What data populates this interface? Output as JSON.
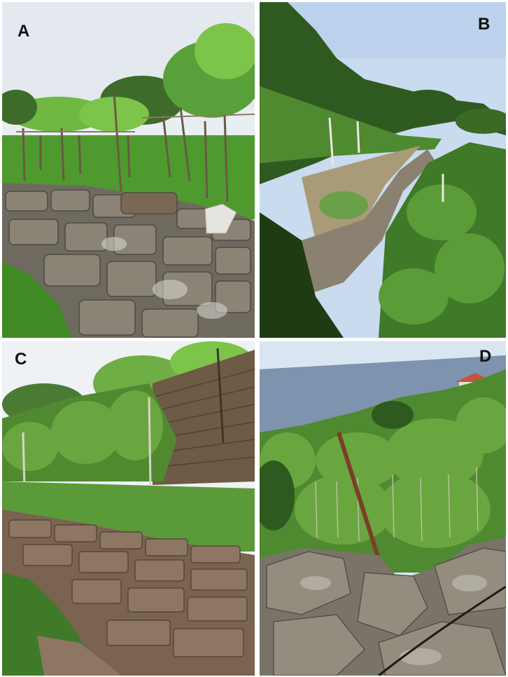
{
  "figure": {
    "panels": [
      {
        "label": "A",
        "subject": "dry-stone-wall-vineyard-pergola"
      },
      {
        "label": "B",
        "subject": "terraced-vineyard-hillside"
      },
      {
        "label": "C",
        "subject": "stone-terrace-walls-vines"
      },
      {
        "label": "D",
        "subject": "coastal-terrace-garden-stone-wall"
      }
    ]
  },
  "colors": {
    "sky_a": "#e9eef2",
    "sky_b": "#c9dbef",
    "sky_c": "#eef2f5",
    "sea_d": "#7d93ae",
    "grass": "#4f9a2e",
    "foliage_light": "#7cc44a",
    "foliage_dark": "#2f5a1f",
    "stone_gray": "#7a7468",
    "stone_brown": "#6e5a45",
    "roof": "#c4533b"
  }
}
